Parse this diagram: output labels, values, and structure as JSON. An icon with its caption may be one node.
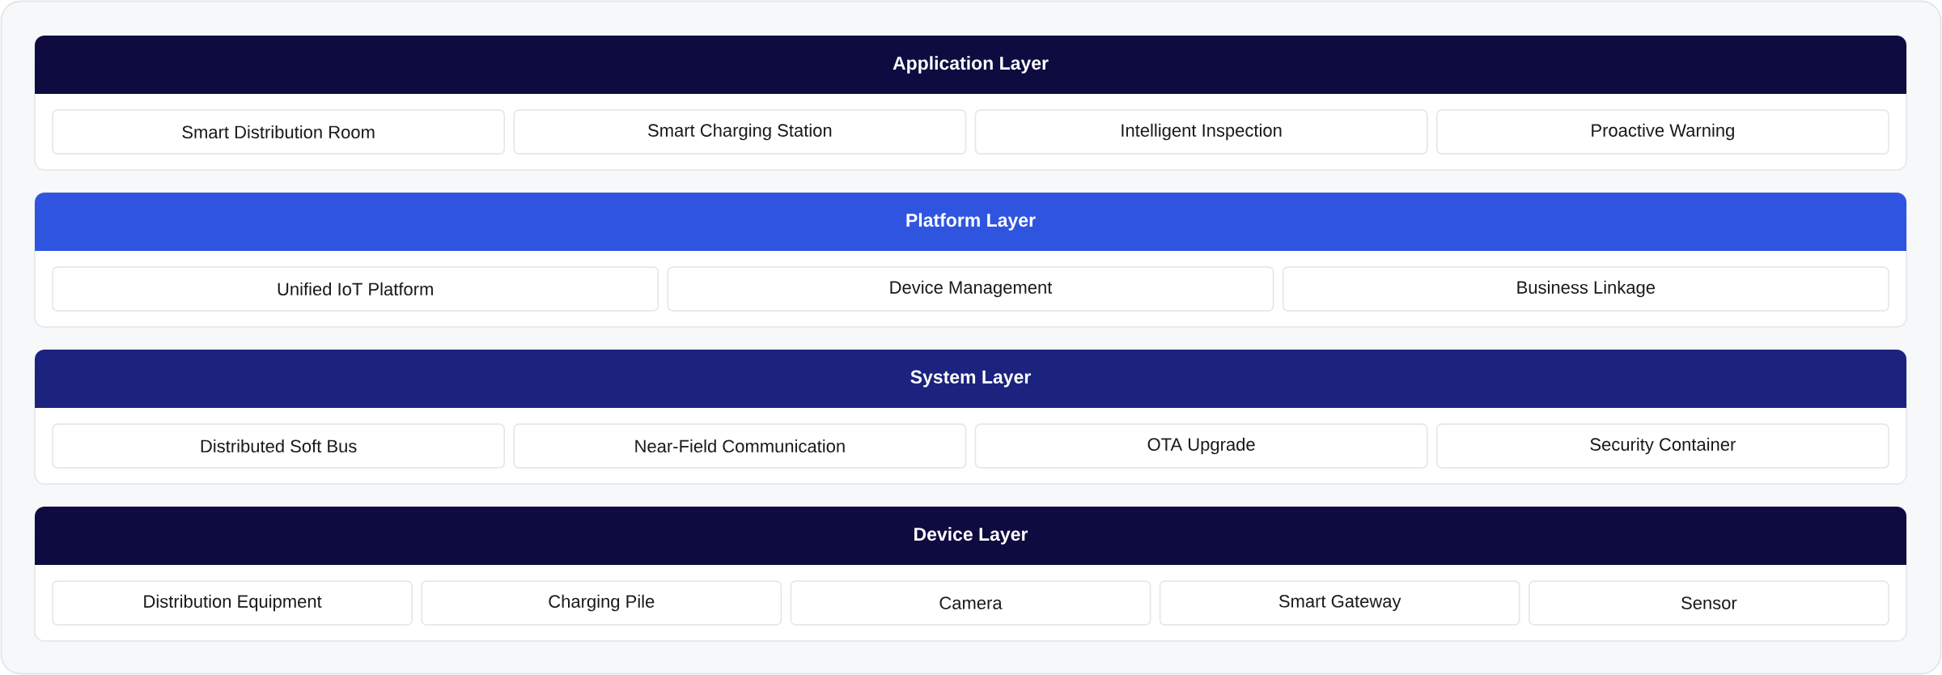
{
  "diagram": {
    "nodes": [
      {
        "text": [
          "Application Layer"
        ]
      },
      {
        "text": [
          "Smart Distribution Room"
        ],
        "in": 0
      },
      {
        "text": [
          "Smart Charging Station"
        ],
        "in": 0
      },
      {
        "text": [
          "Intelligent Inspection"
        ],
        "in": 0
      },
      {
        "text": [
          "Proactive Warning"
        ],
        "in": 0
      },
      {
        "text": [
          "Platform Layer"
        ]
      },
      {
        "text": [
          "Unified IoT Platform"
        ],
        "in": 5
      },
      {
        "text": [
          "Device Management"
        ],
        "in": 5
      },
      {
        "text": [
          "Business Linkage"
        ],
        "in": 5
      },
      {
        "text": [
          "System Layer"
        ]
      },
      {
        "text": [
          "Distributed Soft Bus"
        ],
        "in": 9
      },
      {
        "text": [
          "Near-Field Communication"
        ],
        "in": 9
      },
      {
        "text": [
          "OTA Upgrade"
        ],
        "in": 9
      },
      {
        "text": [
          "Security Container"
        ],
        "in": 9
      },
      {
        "text": [
          "Device Layer"
        ]
      },
      {
        "text": [
          "Distribution Equipment"
        ],
        "in": 14
      },
      {
        "text": [
          "Charging Pile"
        ],
        "in": 14
      },
      {
        "text": [
          "Camera"
        ],
        "in": 14
      },
      {
        "text": [
          "Smart Gateway"
        ],
        "in": 14
      },
      {
        "text": [
          "Sensor"
        ],
        "in": 14
      }
    ]
  }
}
